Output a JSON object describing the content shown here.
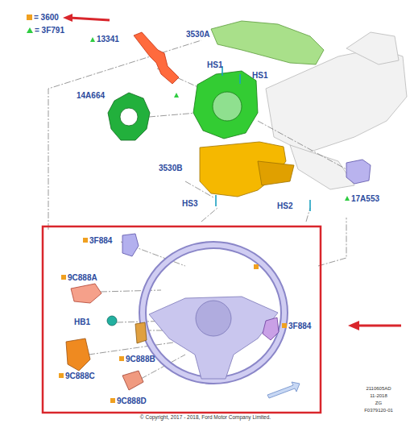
{
  "diagram": {
    "labels": [
      "13341",
      "3530A",
      "HS1",
      "HS1",
      "14A664",
      "3530B",
      "HS3",
      "HS2",
      "17A553",
      "3F884",
      "9C888A",
      "HB1",
      "3F884",
      "9C888B",
      "9C888C",
      "9C888D",
      "© Copyright, 2017 - 2018, Ford Motor Company Limited.",
      "2110605AD",
      "11-2018",
      "ZG",
      "F0379120-01"
    ],
    "legend": [
      {
        "text": "= 3600",
        "color": "#f0a020"
      },
      {
        "text": "= 3F791"
      }
    ]
  }
}
